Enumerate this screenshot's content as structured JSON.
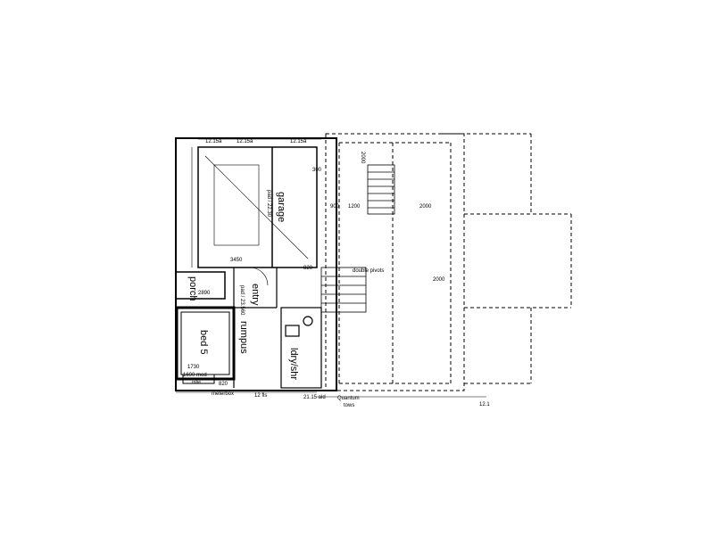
{
  "rooms": {
    "garage": "garage",
    "entry": "entry",
    "porch": "porch",
    "bed5": "bed 5",
    "rumpus": "rumpus",
    "ldry_shr": "ldry/shr"
  },
  "dimensions": {
    "d_12_15a": "12.15a",
    "d_12_15b": "12.15a",
    "d_12_15c": "12.15a",
    "d_3450": "3450",
    "d_2890": "2890",
    "d_1200": "1200",
    "d_900": "900",
    "d_2000a": "2000",
    "d_2000b": "2000",
    "d_2000c": "2000",
    "d_300": "300",
    "d_820a": "820",
    "d_820b": "820",
    "d_1730": "1730",
    "d_1600": "1600 mod",
    "d_12fls": "12 fls",
    "d_21_15": "21.15 ald",
    "d_12_1": "12.1"
  },
  "notes": {
    "garage_sub": "pad / 22.30",
    "entry_sub": "pad / 23.560",
    "quantum": "Quantum",
    "tows": "tows",
    "meterbox": "meterbox",
    "double_pivots": "double pivots",
    "robe": "robe"
  }
}
